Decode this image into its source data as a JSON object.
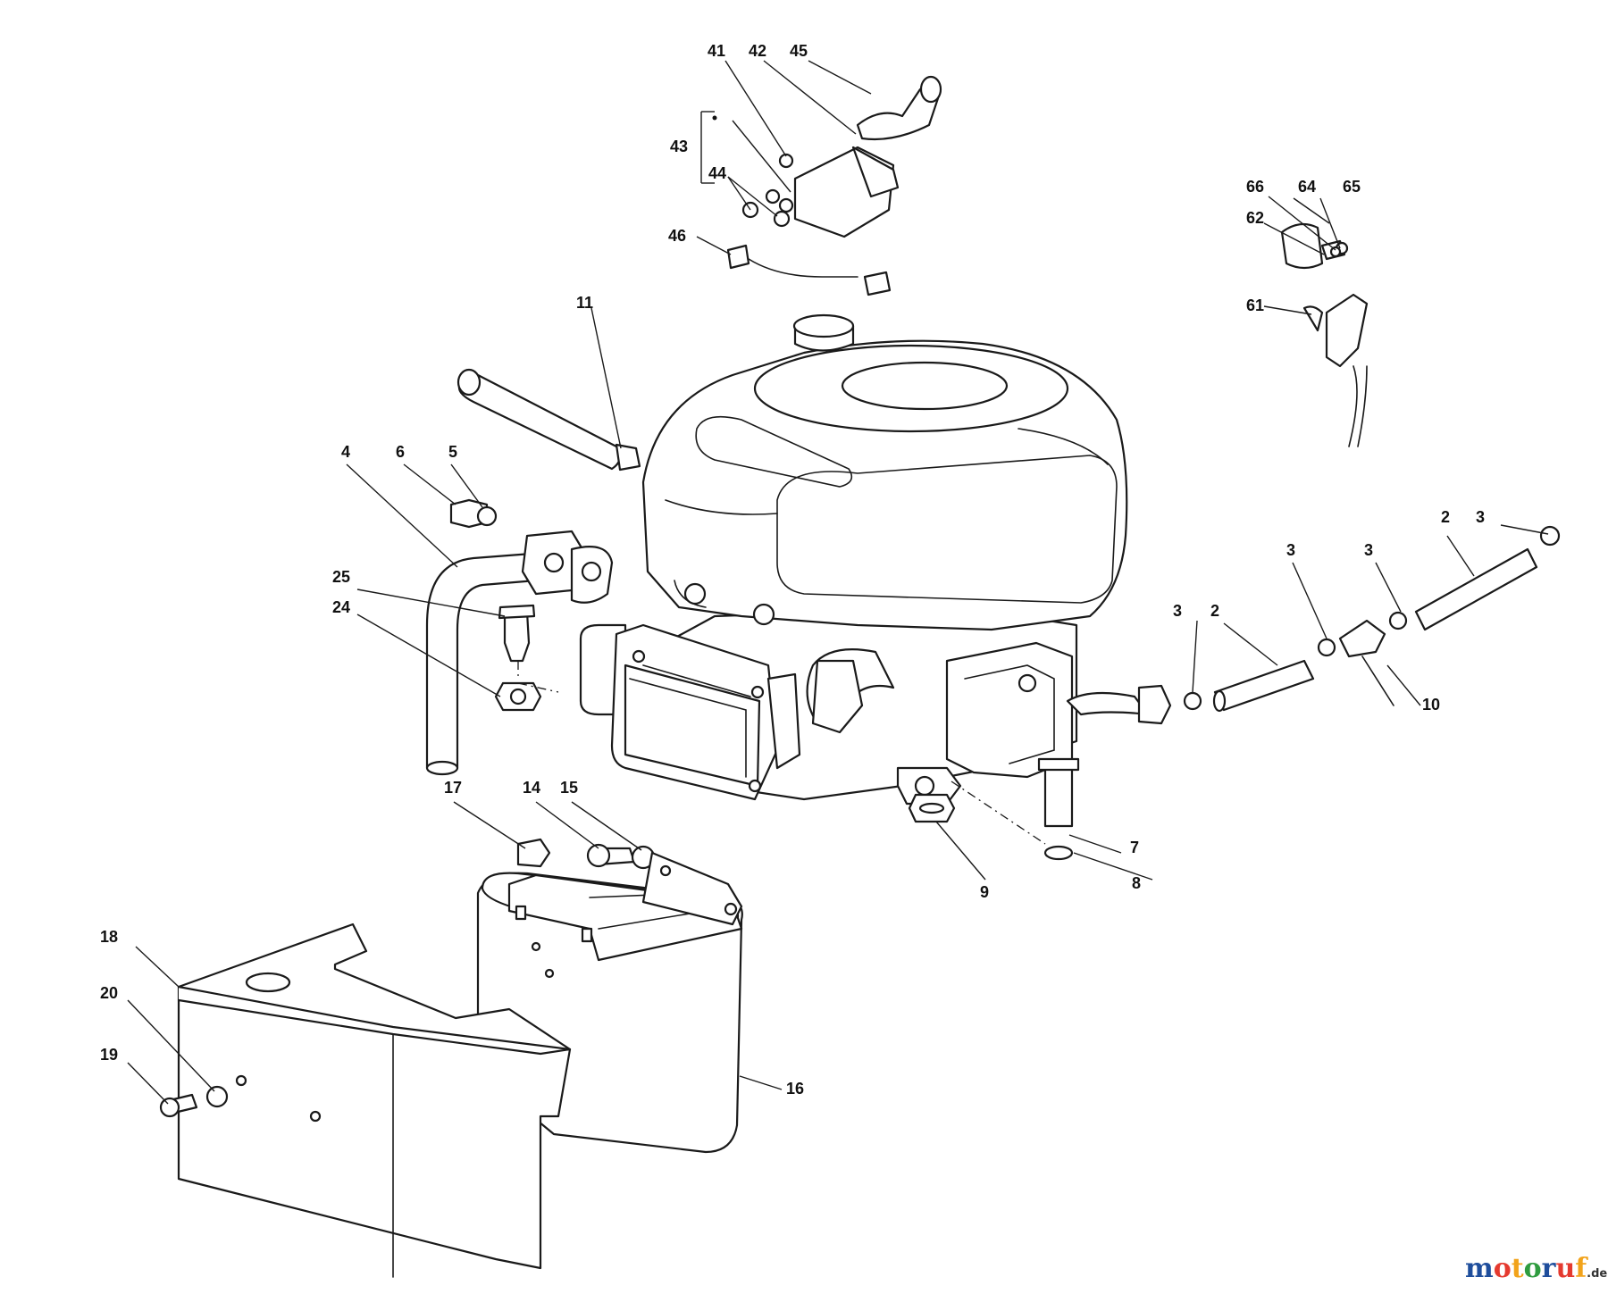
{
  "callouts": [
    {
      "id": "41",
      "label": "41"
    },
    {
      "id": "42",
      "label": "42"
    },
    {
      "id": "45",
      "label": "45"
    },
    {
      "id": "43",
      "label": "43"
    },
    {
      "id": "44",
      "label": "44"
    },
    {
      "id": "46",
      "label": "46"
    },
    {
      "id": "11",
      "label": "11"
    },
    {
      "id": "66",
      "label": "66"
    },
    {
      "id": "64",
      "label": "64"
    },
    {
      "id": "65",
      "label": "65"
    },
    {
      "id": "62",
      "label": "62"
    },
    {
      "id": "61",
      "label": "61"
    },
    {
      "id": "4",
      "label": "4"
    },
    {
      "id": "6",
      "label": "6"
    },
    {
      "id": "5",
      "label": "5"
    },
    {
      "id": "25",
      "label": "25"
    },
    {
      "id": "24",
      "label": "24"
    },
    {
      "id": "2a",
      "label": "2"
    },
    {
      "id": "3a",
      "label": "3"
    },
    {
      "id": "3b",
      "label": "3"
    },
    {
      "id": "3c",
      "label": "3"
    },
    {
      "id": "3d",
      "label": "3"
    },
    {
      "id": "2b",
      "label": "2"
    },
    {
      "id": "10",
      "label": "10"
    },
    {
      "id": "17",
      "label": "17"
    },
    {
      "id": "14",
      "label": "14"
    },
    {
      "id": "15",
      "label": "15"
    },
    {
      "id": "7",
      "label": "7"
    },
    {
      "id": "9",
      "label": "9"
    },
    {
      "id": "8",
      "label": "8"
    },
    {
      "id": "18",
      "label": "18"
    },
    {
      "id": "20",
      "label": "20"
    },
    {
      "id": "19",
      "label": "19"
    },
    {
      "id": "16",
      "label": "16"
    }
  ],
  "watermark": {
    "letters": [
      {
        "ch": "m",
        "color": "#1f4e9c"
      },
      {
        "ch": "o",
        "color": "#e53a2f"
      },
      {
        "ch": "t",
        "color": "#f2a31b"
      },
      {
        "ch": "o",
        "color": "#2f9c3f"
      },
      {
        "ch": "r",
        "color": "#1f4e9c"
      },
      {
        "ch": "u",
        "color": "#e53a2f"
      },
      {
        "ch": "f",
        "color": "#f2a31b"
      }
    ],
    "suffix": ".de"
  }
}
